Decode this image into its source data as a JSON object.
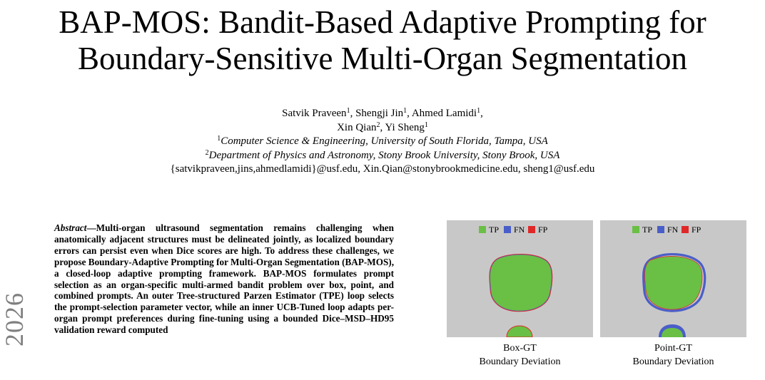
{
  "paper": {
    "title_line1": "BAP-MOS: Bandit-Based Adaptive Prompting for",
    "title_line2": "Boundary-Sensitive Multi-Organ Segmentation",
    "authors": [
      {
        "name": "Satvik Praveen",
        "sup": "1",
        "sep": ", "
      },
      {
        "name": "Shengji Jin",
        "sup": "1",
        "sep": ", "
      },
      {
        "name": "Ahmed Lamidi",
        "sup": "1",
        "sep": ","
      },
      {
        "name": "Xin Qian",
        "sup": "2",
        "sep": ", "
      },
      {
        "name": "Yi Sheng",
        "sup": "1",
        "sep": ""
      }
    ],
    "affiliations": [
      {
        "sup": "1",
        "text": "Computer Science & Engineering, University of South Florida, Tampa, USA"
      },
      {
        "sup": "2",
        "text": "Department of Physics and Astronomy, Stony Brook University, Stony Brook, USA"
      }
    ],
    "emails": "{satvikpraveen,jins,ahmedlamidi}@usf.edu, Xin.Qian@stonybrookmedicine.edu, sheng1@usf.edu",
    "sidebar_year": "2026",
    "abstract_label": "Abstract",
    "abstract_dash": "—",
    "abstract_text": "Multi-organ ultrasound segmentation remains challenging when anatomically adjacent structures must be delineated jointly, as localized boundary errors can persist even when Dice scores are high. To address these challenges, we propose Boundary-Adaptive Prompting for Multi-Organ Segmentation (BAP-MOS), a closed-loop adaptive prompting framework. BAP-MOS formulates prompt selection as an organ-specific multi-armed bandit problem over box, point, and combined prompts. An outer Tree-structured Parzen Estimator (TPE) loop selects the prompt-selection parameter vector, while an inner UCB-Tuned loop adapts per-organ prompt preferences during fine-tuning using a bounded Dice–MSD–HD95 validation reward computed"
  },
  "figure": {
    "legend": [
      "TP",
      "FN",
      "FP"
    ],
    "colors": {
      "tp": "#6abf45",
      "fn": "#4a5ec9",
      "fp": "#e02828",
      "bg": "#c8c8c8"
    },
    "panels": [
      {
        "caption_line1": "Box-GT",
        "caption_line2": "Boundary Deviation"
      },
      {
        "caption_line1": "Point-GT",
        "caption_line2": "Boundary Deviation"
      }
    ]
  }
}
